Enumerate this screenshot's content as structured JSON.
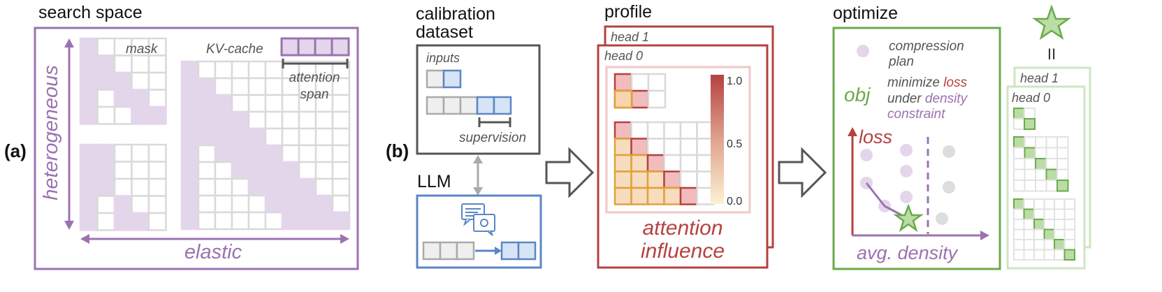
{
  "panel_a": {
    "tag": "(a)",
    "title": "search space",
    "mask_label": "mask",
    "kv_label": "KV-cache",
    "span_line1": "attention",
    "span_line2": "span",
    "vertical_label": "heterogeneous",
    "horizontal_label": "elastic"
  },
  "panel_b": {
    "tag": "(b)",
    "calib_title_line1": "calibration",
    "calib_title_line2": "dataset",
    "inputs_label": "inputs",
    "supervision_label": "supervision",
    "llm_label": "LLM",
    "profile_title": "profile",
    "head1_label": "head 1",
    "head0_label": "head 0",
    "colorbar_ticks": [
      "1.0",
      "0.5",
      "0.0"
    ],
    "influence_line1": "attention",
    "influence_line2": "influence",
    "optimize_title": "optimize",
    "plan_line1": "compression",
    "plan_line2": "plan",
    "obj_label": "obj",
    "obj_line1_pre": "minimize ",
    "obj_line1_hl": "loss",
    "obj_line2_pre": "under ",
    "obj_line2_hl": "density",
    "obj_line3": "constraint",
    "loss_label": "loss",
    "density_label": "avg. density",
    "equals_sign": "II",
    "result_head1": "head 1",
    "result_head0": "head 0"
  },
  "colors": {
    "purple": "#9b72b0",
    "purple_fill": "#e4d6ea",
    "grid_grey": "#d9d9d9",
    "dark_grey": "#555555",
    "blue": "#5b86c5",
    "blue_fill": "#d6e4f5",
    "red": "#b5413f",
    "pink": "#f2c6c6",
    "green": "#6aaa4b",
    "orange": "#e0a23a"
  }
}
